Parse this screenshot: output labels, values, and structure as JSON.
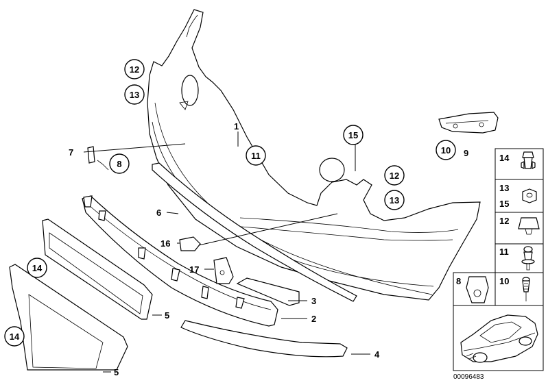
{
  "diagram": {
    "document_number": "00096483",
    "callouts": {
      "p1": "1",
      "p2": "2",
      "p3": "3",
      "p4": "4",
      "p5a": "5",
      "p5b": "5",
      "p6": "6",
      "p7": "7",
      "p9": "9",
      "p16": "16",
      "p17": "17"
    },
    "circled": {
      "c12a": "12",
      "c13a": "13",
      "c11": "11",
      "c15": "15",
      "c12b": "12",
      "c13b": "13",
      "c8": "8",
      "c10": "10",
      "c14a": "14",
      "c14b": "14"
    },
    "legend": {
      "row1": "14",
      "row2a": "13",
      "row2b": "15",
      "row3": "12",
      "row4": "11",
      "row5a": "8",
      "row5b": "10"
    }
  }
}
